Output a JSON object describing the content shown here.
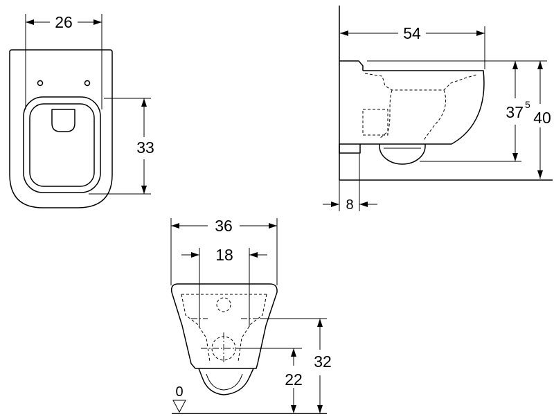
{
  "top_view": {
    "span_label": "26",
    "seat_label": "33"
  },
  "side_view": {
    "projection_label": "54",
    "seat_rim_label": "37",
    "seat_rim_sup": "5",
    "overall_label": "40",
    "wall_gap_label": "8"
  },
  "front_view": {
    "span_label": "36",
    "fixing_spacing_label": "18",
    "fixing_level_label": "32",
    "outlet_level_label": "22",
    "floor_level_label": "0"
  }
}
